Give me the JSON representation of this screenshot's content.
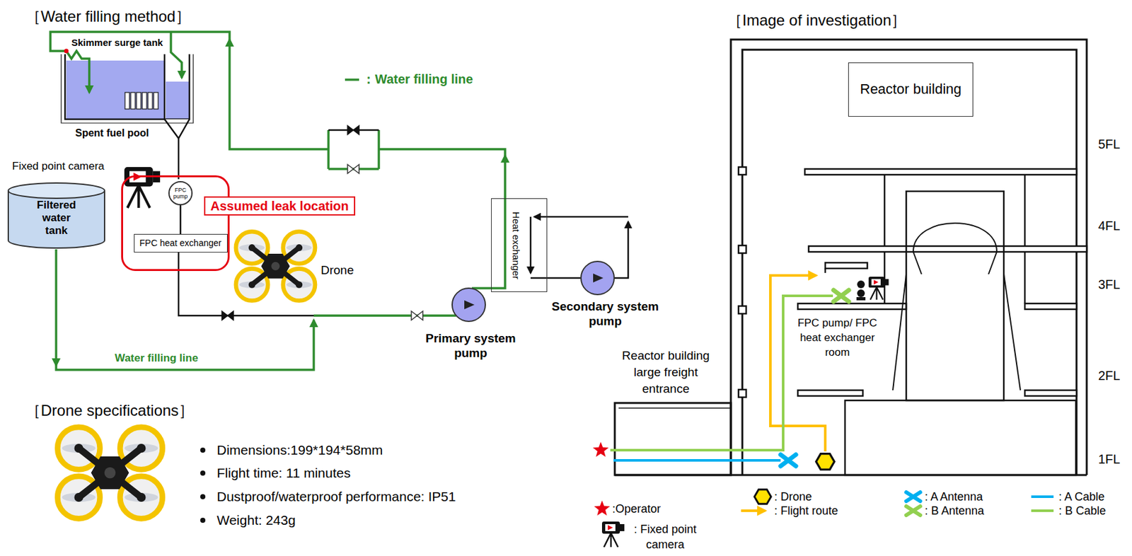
{
  "diagram": {
    "nodes": [
      {
        "text": [
          "Filtered water tank"
        ]
      },
      {
        "text": [
          "Assumed leak location"
        ]
      },
      {
        "text": [
          "FPC pump"
        ],
        "in": 1
      },
      {
        "text": [
          "FPC heat exchanger"
        ],
        "in": 1
      },
      {
        "text": [
          "Heat exchanger"
        ]
      },
      {
        "text": [
          "Reactor building"
        ]
      }
    ],
    "edges": [
      {
        "from": 2,
        "to": 3,
        "arrow": "none"
      }
    ],
    "labels": [
      "［Water filling method］",
      "Skimmer surge tank",
      "Spent fuel pool",
      "Fixed point camera",
      "Drone",
      "Primary system pump",
      "Secondary system pump",
      "Water filling line",
      "［Drone specifications］",
      "Dimensions:199*194*58mm",
      "Flight time: 11 minutes",
      "Dustproof/waterproof performance: IP51",
      "Weight: 243g",
      "［Image of investigation］",
      "5FL",
      "4FL",
      "3FL",
      "2FL",
      "1FL",
      "Reactor building large freight entrance",
      "FPC pump/ FPC heat exchanger room"
    ],
    "legend": [
      {
        "text": "：Water filling line"
      },
      {
        "text": ":Operator"
      },
      {
        "text": ": Drone"
      },
      {
        "text": ": A Antenna"
      },
      {
        "text": ": A Cable"
      },
      {
        "text": ": Fixed point camera"
      },
      {
        "text": ": Flight route"
      },
      {
        "text": ": B Antenna"
      },
      {
        "text": ": B Cable"
      }
    ]
  }
}
